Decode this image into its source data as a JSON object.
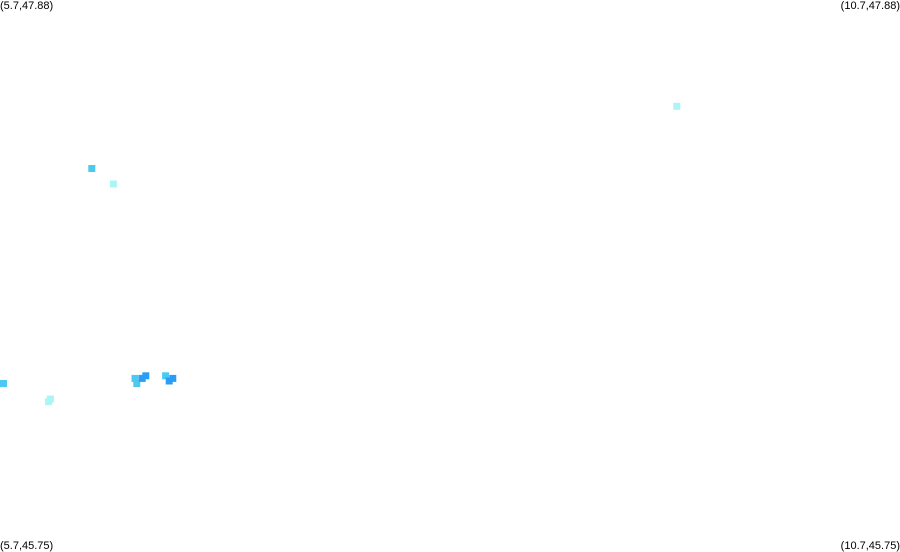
{
  "corners": {
    "top_left": "(5.7,47.88)",
    "top_right": "(10.7,47.88)",
    "bottom_left": "(5.7,45.75)",
    "bottom_right": "(10.7,45.75)"
  },
  "bounds": {
    "lon_min": 5.7,
    "lon_max": 10.7,
    "lat_min": 45.75,
    "lat_max": 47.88
  },
  "colors": {
    "background": "#ffffff",
    "label": "#000000"
  },
  "points": [
    {
      "lon": 5.71,
      "lat": 46.4,
      "color": "#4cc9f0"
    },
    {
      "lon": 5.97,
      "lat": 46.33,
      "color": "#aaf5f5"
    },
    {
      "lon": 5.98,
      "lat": 46.34,
      "color": "#aaf5f5"
    },
    {
      "lon": 6.21,
      "lat": 47.23,
      "color": "#4cc9f0"
    },
    {
      "lon": 6.33,
      "lat": 47.17,
      "color": "#aaf5f5"
    },
    {
      "lon": 6.45,
      "lat": 46.42,
      "color": "#4cc9f0"
    },
    {
      "lon": 6.46,
      "lat": 46.4,
      "color": "#4cc9f0"
    },
    {
      "lon": 6.49,
      "lat": 46.42,
      "color": "#2a9df4"
    },
    {
      "lon": 6.51,
      "lat": 46.43,
      "color": "#2a9df4"
    },
    {
      "lon": 6.62,
      "lat": 46.43,
      "color": "#4cc9f0"
    },
    {
      "lon": 6.64,
      "lat": 46.41,
      "color": "#2a9df4"
    },
    {
      "lon": 6.66,
      "lat": 46.42,
      "color": "#2a9df4"
    },
    {
      "lon": 9.46,
      "lat": 47.47,
      "color": "#aaf5f5"
    }
  ]
}
